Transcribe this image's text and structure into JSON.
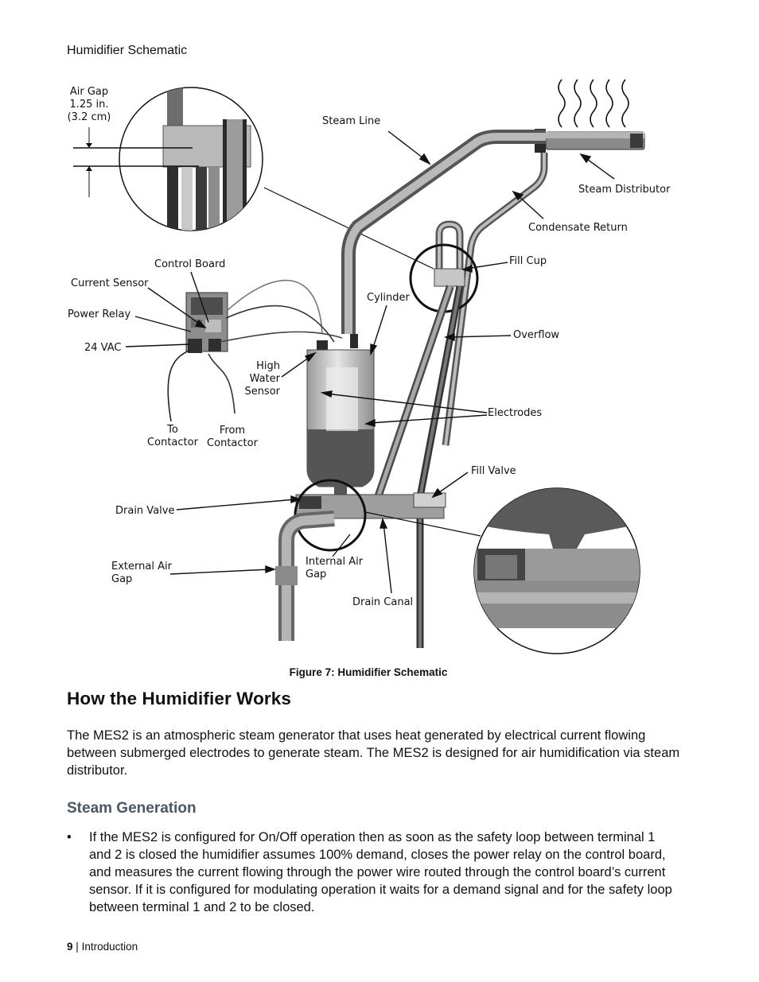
{
  "section_label": "Humidifier Schematic",
  "diagram": {
    "labels": {
      "air_gap": "Air Gap",
      "air_gap_in": "1.25 in.",
      "air_gap_cm": "(3.2 cm)",
      "steam_line": "Steam Line",
      "steam_distributor": "Steam Distributor",
      "condensate_return": "Condensate Return",
      "control_board": "Control Board",
      "current_sensor": "Current Sensor",
      "power_relay": "Power Relay",
      "vac": "24 VAC",
      "fill_cup": "Fill Cup",
      "cylinder": "Cylinder",
      "overflow": "Overflow",
      "high": "High",
      "water": "Water",
      "sensor": "Sensor",
      "electrodes": "Electrodes",
      "to": "To",
      "contactor": "Contactor",
      "from": "From",
      "contactor2": "Contactor",
      "fill_valve": "Fill Valve",
      "drain_valve": "Drain Valve",
      "external_air": "External Air",
      "gap": "Gap",
      "internal_air": "Internal Air",
      "gap2": "Gap",
      "drain_canal": "Drain Canal"
    }
  },
  "caption": "Figure 7: Humidifier Schematic",
  "heading": "How the Humidifier Works",
  "intro_paragraph": "The MES2 is an atmospheric steam generator that uses heat generated by electrical current flowing between submerged electrodes to generate steam.  The MES2 is designed for air humidification via steam distributor.",
  "subheading": "Steam Generation",
  "bullets": [
    "If the MES2 is configured for On/Off operation then as soon as the safety loop between terminal 1 and 2 is closed the humidifier assumes 100% demand, closes the power relay on the control board, and measures the current flowing through the power wire routed through the control board’s current sensor.  If it is configured for modulating operation it waits for a demand signal and for the safety loop between terminal 1 and 2 to be closed."
  ],
  "footer": {
    "page_number": "9",
    "separator": "|",
    "section": "Introduction"
  }
}
